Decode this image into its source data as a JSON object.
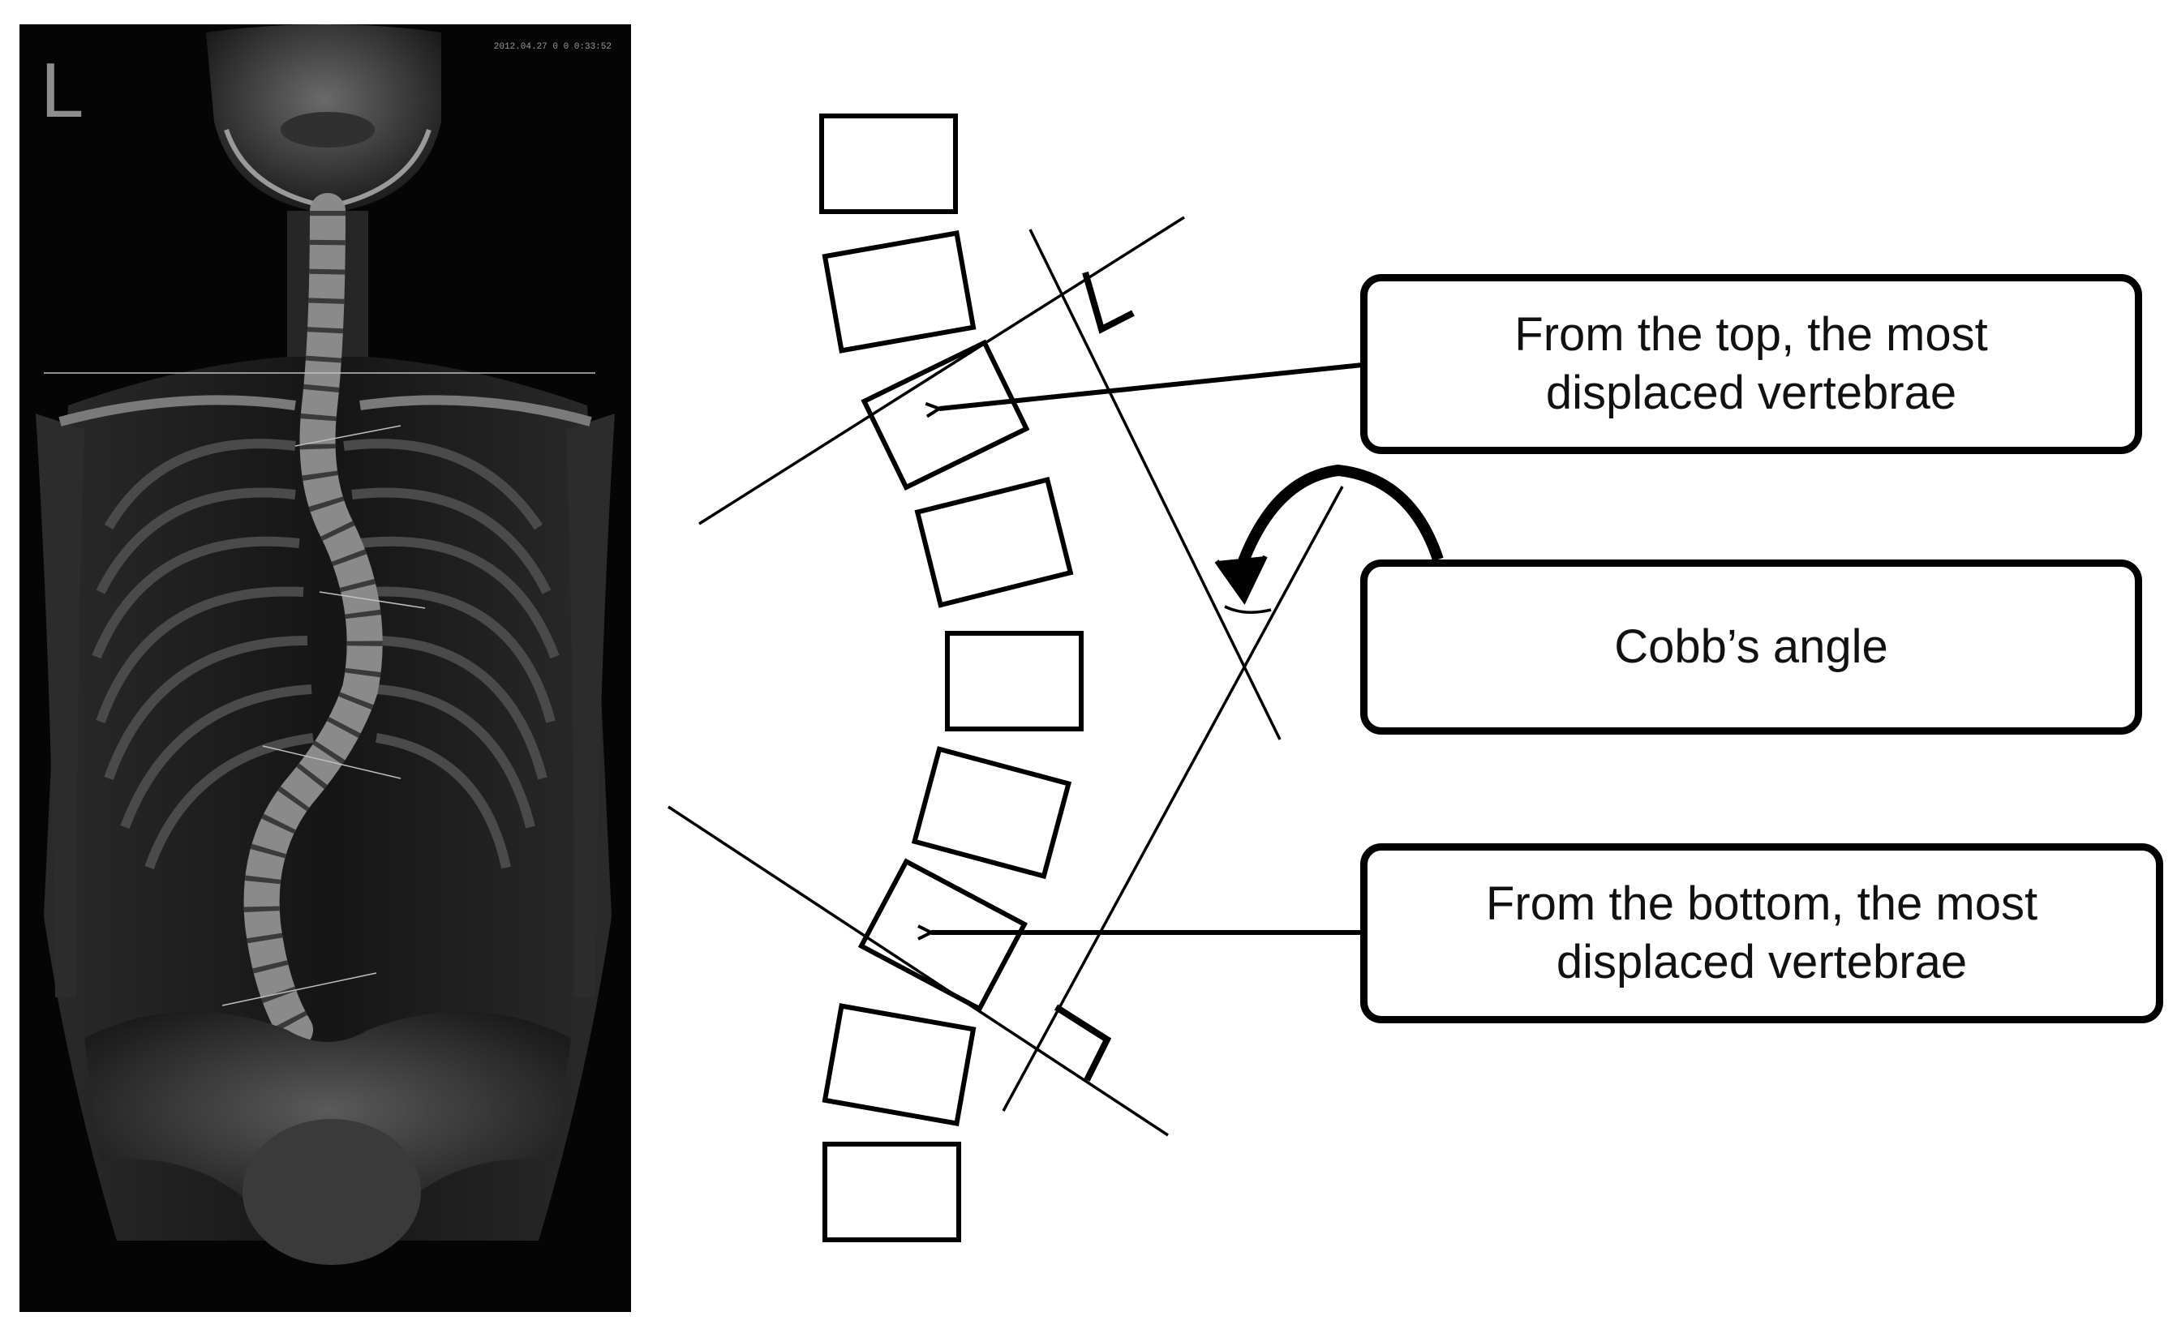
{
  "xray": {
    "side_marker": "L",
    "timestamp": "2012.04.27 0 0 0:33:52"
  },
  "callouts": {
    "top": "From the top, the most\ndisplaced vertebrae",
    "cobb": "Cobb’s angle",
    "bottom": "From the bottom, the most\ndisplaced vertebrae"
  },
  "colors": {
    "line": "#000000",
    "xray_background": "#050505",
    "bone": "#bfbfbf"
  }
}
